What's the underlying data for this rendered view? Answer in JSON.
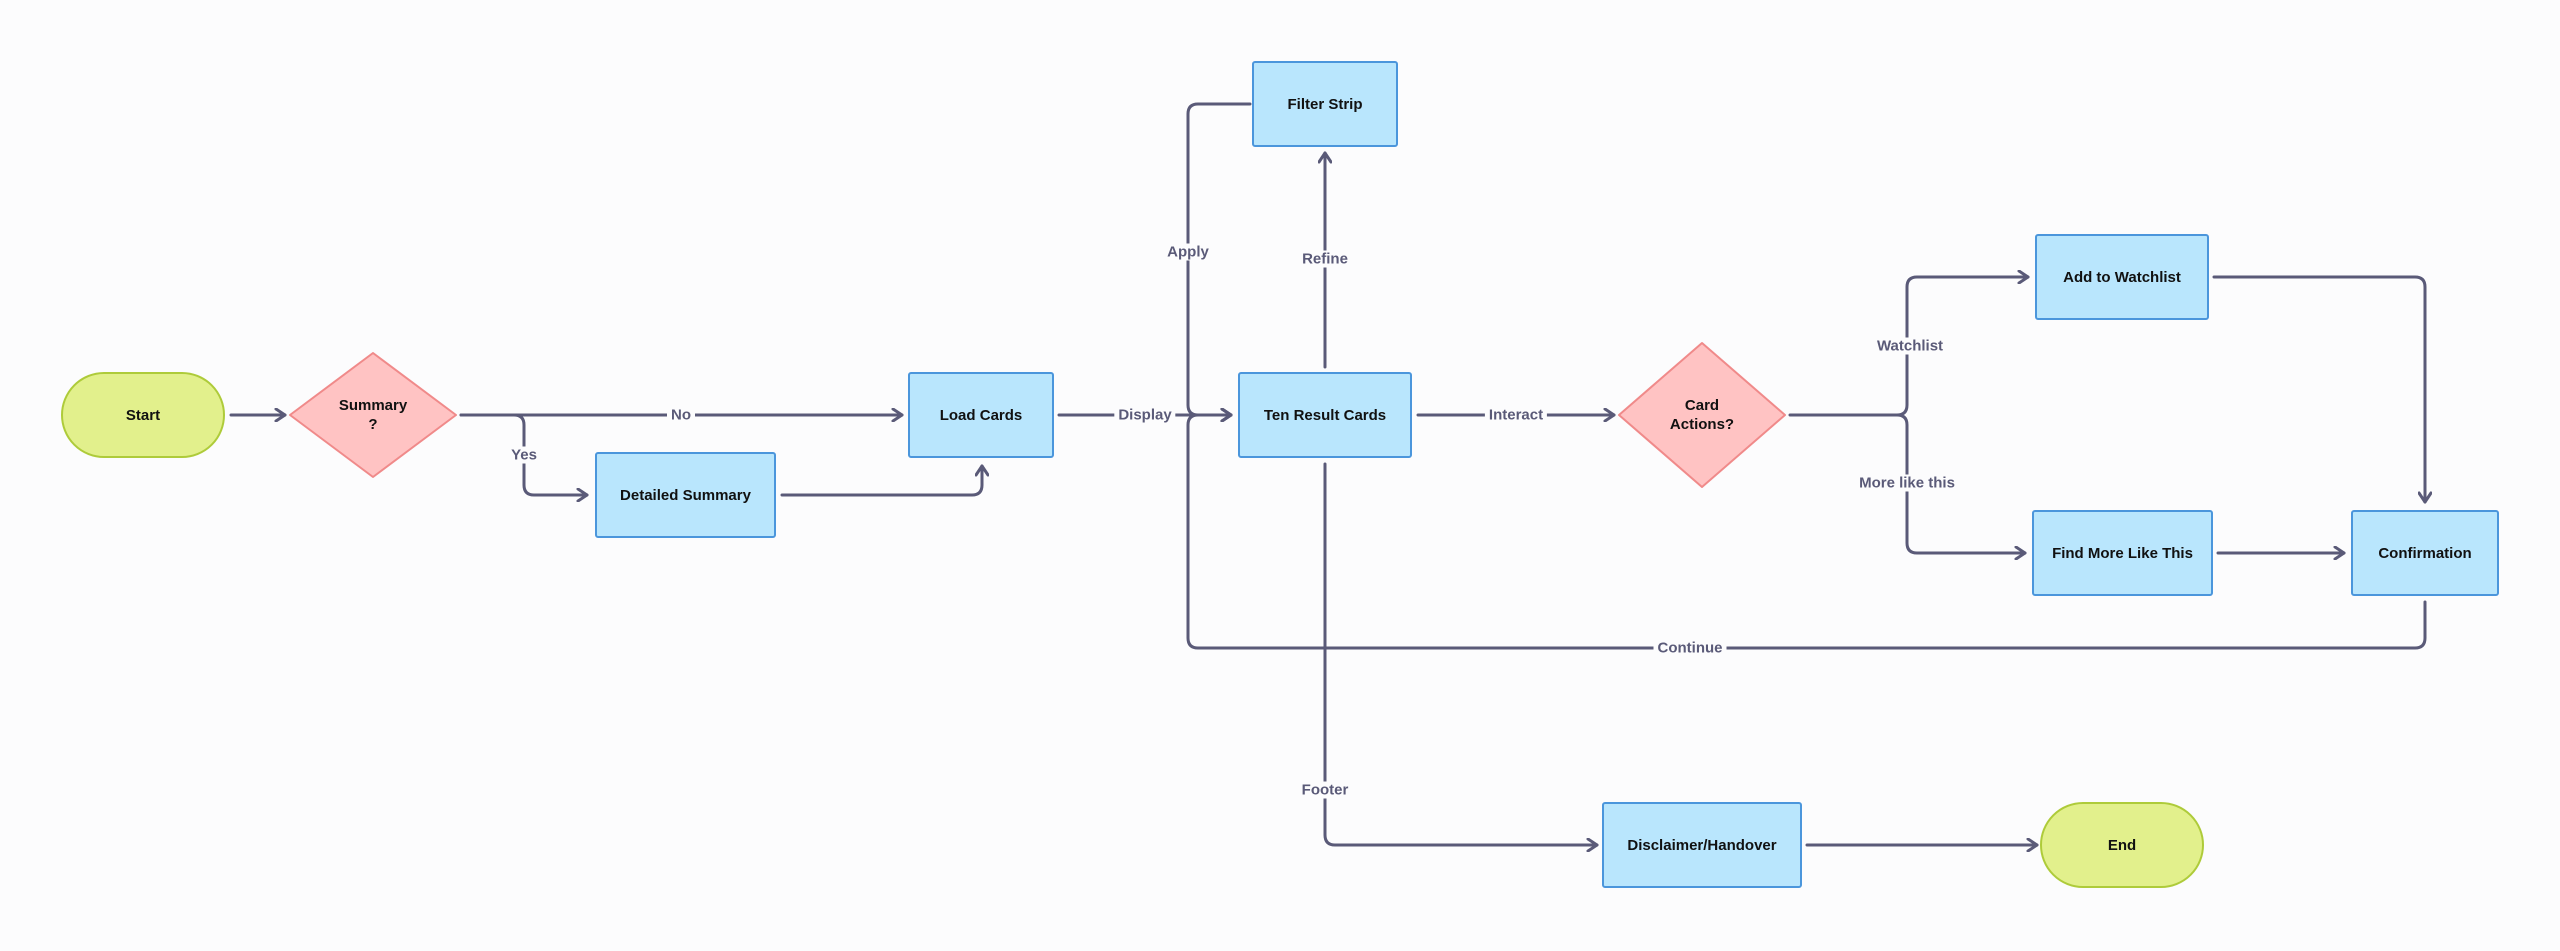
{
  "nodes": {
    "start": "Start",
    "summary_q_line1": "Summary",
    "summary_q_line2": "?",
    "detailed_summary": "Detailed Summary",
    "load_cards": "Load Cards",
    "filter_strip": "Filter Strip",
    "ten_result_cards": "Ten Result Cards",
    "card_actions_line1": "Card",
    "card_actions_line2": "Actions?",
    "add_to_watchlist": "Add to Watchlist",
    "find_more_like_this": "Find More Like This",
    "confirmation": "Confirmation",
    "disclaimer_handover": "Disclaimer/Handover",
    "end": "End"
  },
  "edges": {
    "no": "No",
    "yes": "Yes",
    "display": "Display",
    "apply": "Apply",
    "refine": "Refine",
    "interact": "Interact",
    "watchlist": "Watchlist",
    "more_like_this": "More like this",
    "continue": "Continue",
    "footer": "Footer"
  },
  "colors": {
    "process_fill": "#b9e6fd",
    "process_stroke": "#4b96dc",
    "terminal_fill": "#e2f08c",
    "terminal_stroke": "#aecb3a",
    "decision_fill": "#ffc3c3",
    "decision_stroke": "#f08a8a",
    "edge": "#5a5a78",
    "background": "#fcfcfd"
  }
}
